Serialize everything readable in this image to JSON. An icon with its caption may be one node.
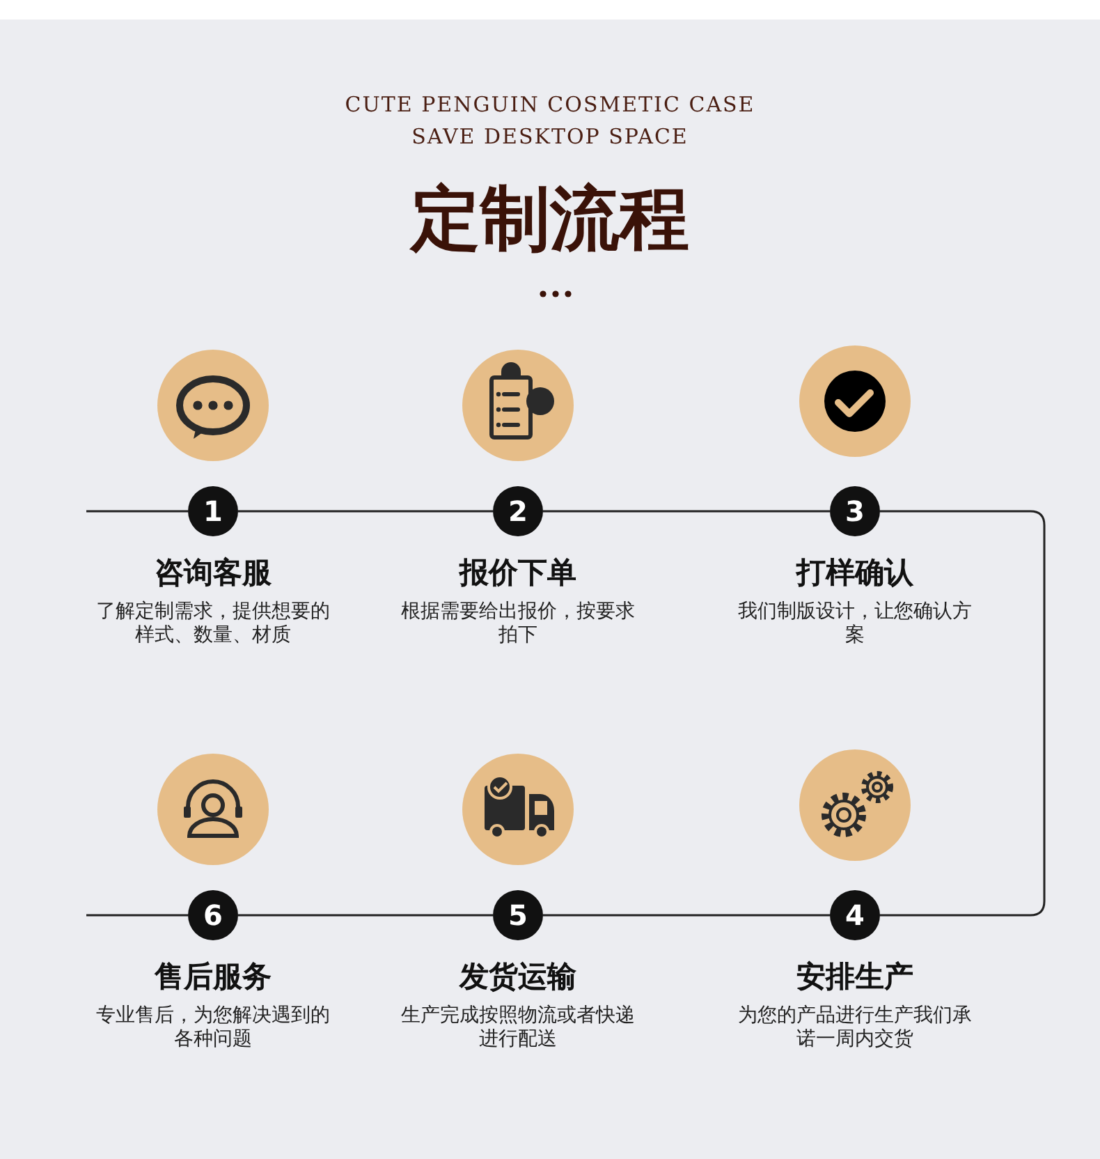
{
  "diagram": {
    "title": "定制流程",
    "nodes": [
      {
        "text": [
          "1"
        ],
        "beside": [
          "咨询客服",
          "了解定制需求，提供想要的样式、数量、材质"
        ]
      },
      {
        "text": [
          "2"
        ],
        "beside": [
          "报价下单",
          "根据需要给出报价，按要求拍下"
        ]
      },
      {
        "text": [
          "3"
        ],
        "beside": [
          "打样确认",
          "我们制版设计，让您确认方案"
        ]
      },
      {
        "text": [
          "4"
        ],
        "beside": [
          "安排生产",
          "为您的产品进行生产我们承诺一周内交货"
        ]
      },
      {
        "text": [
          "5"
        ],
        "beside": [
          "发货运输",
          "生产完成按照物流或者快递进行配送"
        ]
      },
      {
        "text": [
          "6"
        ],
        "beside": [
          "售后服务",
          "专业售后，为您解决遇到的各种问题"
        ]
      }
    ],
    "edges": [
      {
        "from": null,
        "to": 0,
        "arrow": "none"
      },
      {
        "from": 0,
        "to": 1,
        "arrow": "none"
      },
      {
        "from": 1,
        "to": 2,
        "arrow": "none"
      },
      {
        "from": 2,
        "to": 3,
        "arrow": "none"
      },
      {
        "from": 3,
        "to": 4,
        "arrow": "none"
      },
      {
        "from": 4,
        "to": 5,
        "arrow": "none"
      },
      {
        "from": 5,
        "to": null,
        "arrow": "none"
      }
    ],
    "labels": [
      "CUTE PENGUIN COSMETIC CASE",
      "SAVE DESKTOP SPACE"
    ]
  }
}
